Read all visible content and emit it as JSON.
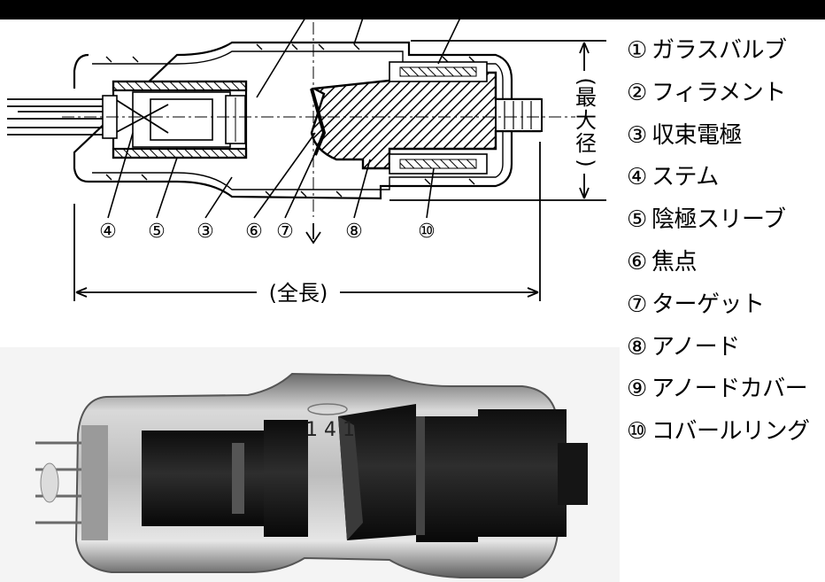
{
  "diagram": {
    "callouts": [
      "④",
      "⑤",
      "③",
      "⑥",
      "⑦",
      "⑧",
      "⑩"
    ],
    "dimension_labels": {
      "total_length": "(全長)",
      "max_diameter_chars": [
        "(",
        "最",
        "大",
        "径",
        ")"
      ]
    },
    "legend": [
      {
        "num": "①",
        "text": "ガラスバルブ"
      },
      {
        "num": "②",
        "text": "フィラメント"
      },
      {
        "num": "③",
        "text": "収束電極"
      },
      {
        "num": "④",
        "text": "ステム"
      },
      {
        "num": "⑤",
        "text": "陰極スリーブ"
      },
      {
        "num": "⑥",
        "text": "焦点"
      },
      {
        "num": "⑦",
        "text": "ターゲット"
      },
      {
        "num": "⑧",
        "text": "アノード"
      },
      {
        "num": "⑨",
        "text": "アノードカバー"
      },
      {
        "num": "⑩",
        "text": "コバールリング"
      }
    ],
    "photo_engraving": "1 4 1"
  }
}
